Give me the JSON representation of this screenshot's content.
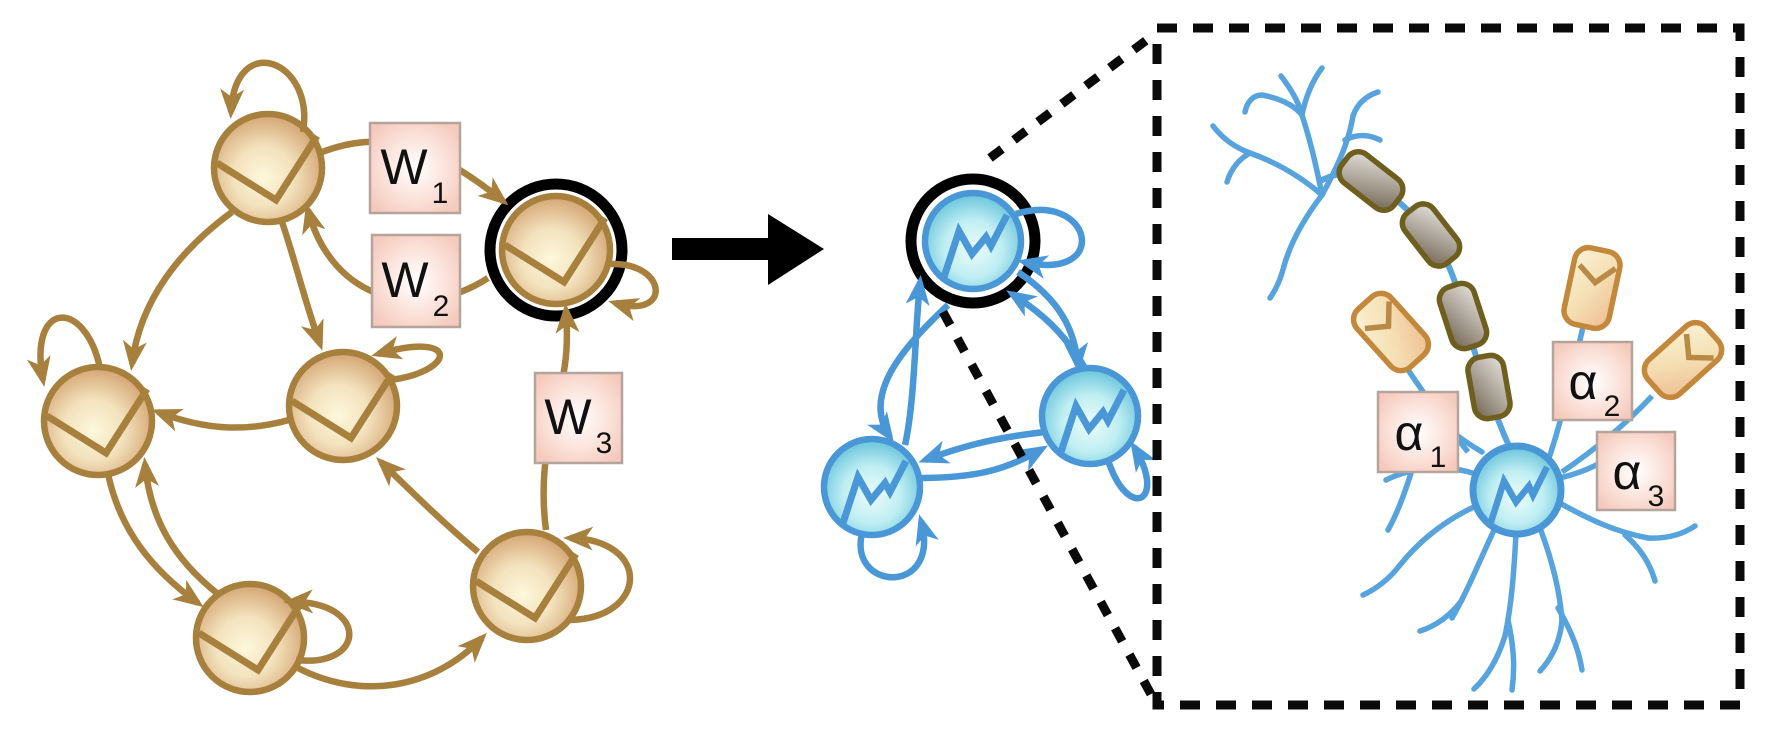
{
  "figure": {
    "panels": {
      "rate_network": {
        "neuron_count": 6,
        "weight_labels": [
          {
            "base": "W",
            "sub": "1"
          },
          {
            "base": "W",
            "sub": "2"
          },
          {
            "base": "W",
            "sub": "3"
          }
        ],
        "highlighted_neurons": 1
      },
      "spiking_network": {
        "neuron_count": 3,
        "highlighted_neurons": 1
      },
      "neuron_inset": {
        "synapse_labels": [
          {
            "base": "α",
            "sub": "1"
          },
          {
            "base": "α",
            "sub": "2"
          },
          {
            "base": "α",
            "sub": "3"
          }
        ],
        "myelin_segment_count": 4,
        "synaptic_bouton_count": 3
      }
    },
    "icons": {
      "rate_neuron_symbol": "checkmark-polyline",
      "spiking_neuron_symbol": "spike-zigzag",
      "transform_arrow": "solid-right-arrow",
      "zoom_callout": "dashed-lines-to-dashed-box"
    },
    "colors": {
      "rate_stroke": "#a8803d",
      "rate_fill_edge": "#cf9c68",
      "rate_fill_center": "#fdf8dc",
      "spike_stroke": "#4a97d8",
      "spike_fill_edge": "#5fc0d8",
      "spike_fill_center": "#ecfcfa",
      "label_box_fill": "#f5c9bc",
      "label_box_border": "#b5a49c",
      "myelin_dark": "#6f6251",
      "myelin_border": "#6f5f1f",
      "bouton_border": "#c3883c",
      "highlight_ring": "#000000"
    }
  }
}
